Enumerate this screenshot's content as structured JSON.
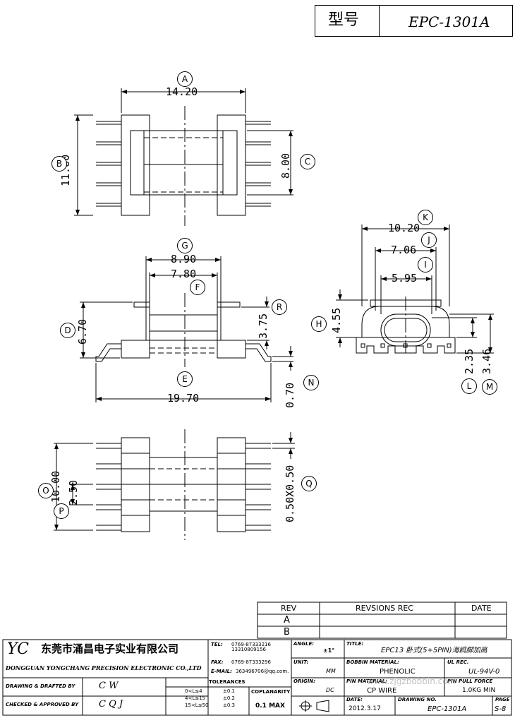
{
  "header": {
    "model_label": "型号",
    "model_value": "EPC-1301A"
  },
  "dimensions": {
    "A": "14.20",
    "B": "11.60",
    "C": "8.00",
    "D": "6.70",
    "E": "19.70",
    "F": "7.80",
    "G": "8.90",
    "H": "4.55",
    "I": "5.95",
    "J": "7.06",
    "K": "10.20",
    "L": "2.35",
    "M": "3.46",
    "N": "0.70",
    "O": "10.00",
    "P": "2.50",
    "Q": "0.50X0.50",
    "R": "3.75"
  },
  "labels": [
    "A",
    "B",
    "C",
    "D",
    "E",
    "F",
    "G",
    "H",
    "I",
    "J",
    "K",
    "L",
    "M",
    "N",
    "O",
    "P",
    "Q",
    "R"
  ],
  "revisions": {
    "rev_header": "REV",
    "recs_header": "REVSIONS REC",
    "date_header": "DATE",
    "rows": [
      "A",
      "B"
    ]
  },
  "title_block": {
    "company_logo": "YC",
    "company_cn": "东莞市涌昌电子实业有限公司",
    "company_en": "DONGGUAN YONGCHANG PRECISION ELECTRONIC CO.,LTD",
    "tel_label": "TEL:",
    "tel_value": "0769-87333216 13310809156",
    "fax_label": "FAX:",
    "fax_value": "0769-87333296",
    "email_label": "E-MAIL:",
    "email_value": "363496706@qq.com.",
    "angle_label": "ANGLE:",
    "angle_value": "±1°",
    "title_label": "TITLE:",
    "title_value": "EPC13 卧式(5+5PIN)海鸥脚加高",
    "unit_label": "UNIT:",
    "unit_value": "MM",
    "bobbin_label": "BOBBIN MATERIAL:",
    "bobbin_value": "PHENOLIC",
    "ul_label": "UL REC.",
    "ul_value": "UL-94V-0",
    "origin_label": "ORIGIN:",
    "origin_value": "DC",
    "pin_label": "PIN MATERIAL:",
    "pin_value": "CP WIRE",
    "pull_label": "PIN PULL FORCE",
    "pull_value": "1.0KG MIN",
    "date_label": "DATE:",
    "date_value": "2012.3.17",
    "dwg_label": "DRAWING NO.",
    "dwg_value": "EPC-1301A",
    "page_label": "PAGE",
    "page_value": "S-8",
    "drawn_label": "DRAWING & DRAFTED BY",
    "drawn_value": "C W",
    "checked_label": "CHECKED & APPROVED BY",
    "checked_value": "C Q J",
    "tol_label": "TOLERANCES",
    "tol_ranges": [
      "0<L≤4",
      "4<L≤15",
      "15<L≤50"
    ],
    "tol_values": [
      "±0.1",
      "±0.2",
      "±0.3"
    ],
    "coplan_label": "COPLANARITY",
    "coplan_value": "0.1 MAX",
    "watermark": "www.zjgzbobbin.com"
  }
}
